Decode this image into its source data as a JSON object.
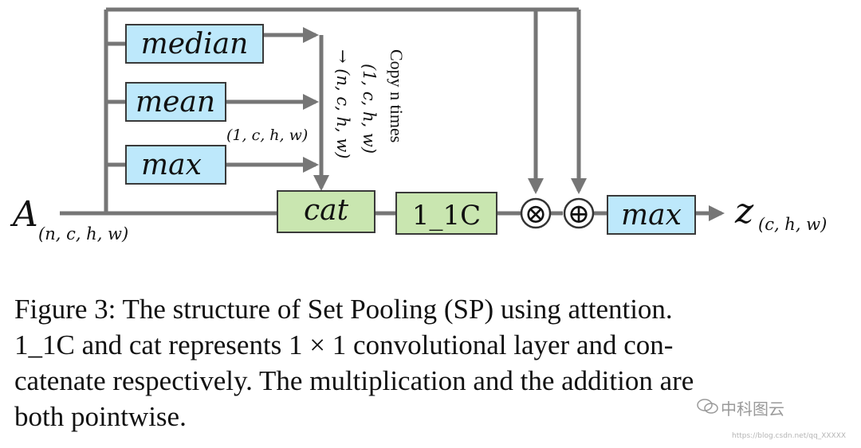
{
  "diagram": {
    "boxes": {
      "median": "median",
      "mean": "mean",
      "max_left": "max",
      "cat": "cat",
      "conv": "1_1C",
      "max_right": "max"
    },
    "input": {
      "symbol": "A",
      "subscript": "(n, c, h, w)"
    },
    "output": {
      "symbol": "z",
      "subscript": "(c, h, w)"
    },
    "stat_shape": "(1, c, h, w)",
    "copy_note": {
      "line1": "Copy n times",
      "line2": "(1, c, h, w)",
      "line3": "→ (n, c, h, w)"
    },
    "operators": {
      "multiply": "⊗",
      "add": "⊕"
    }
  },
  "caption": {
    "line1": "Figure 3: The structure of Set Pooling (SP) using attention.",
    "line2": "1_1C and cat represents 1 × 1 convolutional layer and con-",
    "line3": "catenate respectively. The multiplication and the addition are",
    "line4": "both pointwise."
  },
  "watermark": {
    "brand": "中科图云",
    "url": "https://blog.csdn.net/qq_XXXXX"
  },
  "colors": {
    "blue_box": "#bde8fb",
    "green_box": "#c9e6b0",
    "line": "#767676"
  }
}
